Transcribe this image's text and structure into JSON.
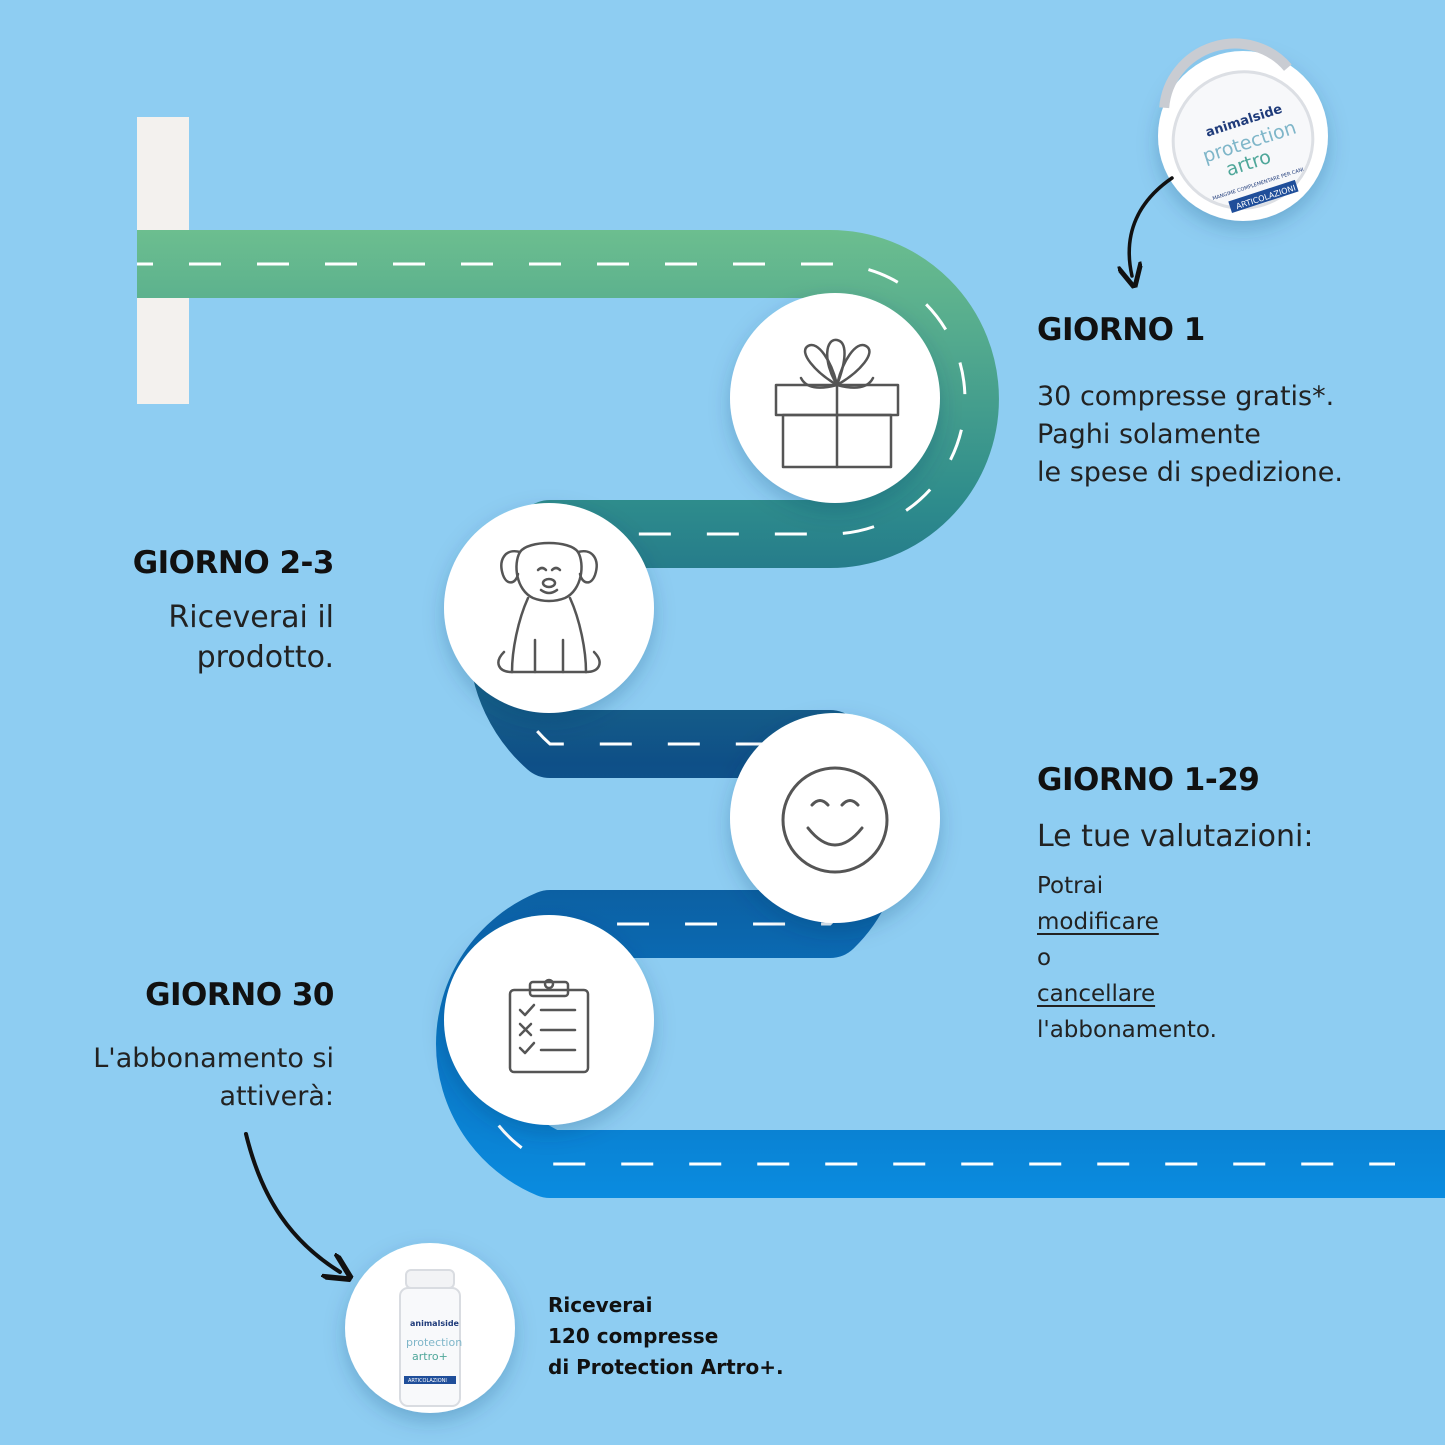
{
  "steps": {
    "day1": {
      "title": "GIORNO 1",
      "lines": [
        "30 compresse gratis*.",
        "Paghi solamente",
        "le spese di spedizione."
      ]
    },
    "day2_3": {
      "title": "GIORNO 2-3",
      "lines": [
        "Riceverai il",
        "prodotto."
      ]
    },
    "day1_29": {
      "title": "GIORNO 1-29",
      "subtitle": "Le tue valutazioni:",
      "line1_prefix": "Potrai ",
      "line1_link": "modificare",
      "line2_prefix": "o ",
      "line2_link": "cancellare",
      "line3": "l'abbonamento."
    },
    "day30": {
      "title": "GIORNO 30",
      "lines": [
        "L'abbonamento si",
        "attiverà:"
      ]
    }
  },
  "final_note": [
    "Riceverai",
    "120 compresse",
    "di Protection Artro+."
  ],
  "product_top": {
    "brand": "animalside",
    "name_line1": "protection",
    "name_line2": "artro",
    "badge": "ARTICOLAZIONI",
    "small_text": "MANGIME COMPLEMENTARE PER CANI"
  },
  "product_bottom": {
    "brand": "animalside",
    "name_line1": "protection",
    "name_line2": "artro+",
    "badge": "ARTICOLAZIONI"
  },
  "icons": [
    "gift-icon",
    "dog-icon",
    "smiley-icon",
    "checklist-icon"
  ],
  "colors": {
    "background": "#8ECDF2",
    "road_start": "#6CBE8F",
    "road_mid": "#0E4F87",
    "road_end": "#0A8CE0",
    "post": "#F3F1EE"
  }
}
